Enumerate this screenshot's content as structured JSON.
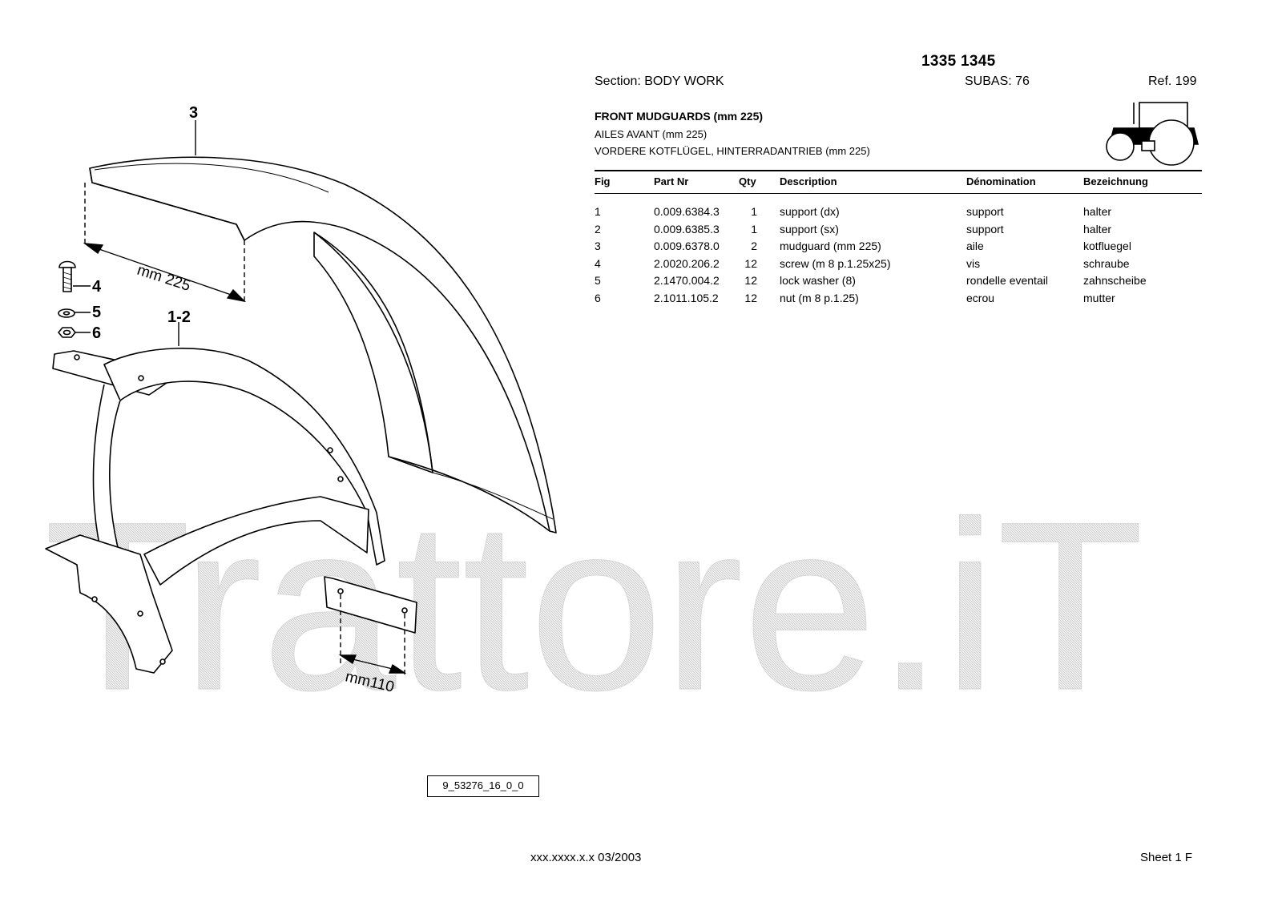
{
  "header": {
    "models": "1335 1345",
    "section": "Section: BODY  WORK",
    "subas": "SUBAS: 76",
    "ref": "Ref. 199"
  },
  "titles": {
    "en": "FRONT MUDGUARDS (mm 225)",
    "fr": "AILES AVANT (mm 225)",
    "de": "VORDERE KOTFLÜGEL, HINTERRADANTRIEB (mm 225)"
  },
  "table": {
    "headers": {
      "fig": "Fig",
      "part": "Part Nr",
      "qty": "Qty",
      "desc": "Description",
      "fr": "Dénomination",
      "de": "Bezeichnung"
    },
    "rows": [
      {
        "fig": "1",
        "part": "0.009.6384.3",
        "qty": "1",
        "desc": "support (dx)",
        "fr": "support",
        "de": "halter"
      },
      {
        "fig": "2",
        "part": "0.009.6385.3",
        "qty": "1",
        "desc": "support (sx)",
        "fr": "support",
        "de": "halter"
      },
      {
        "fig": "3",
        "part": "0.009.6378.0",
        "qty": "2",
        "desc": "mudguard (mm 225)",
        "fr": "aile",
        "de": "kotfluegel"
      },
      {
        "fig": "4",
        "part": "2.0020.206.2",
        "qty": "12",
        "desc": "screw (m 8 p.1.25x25)",
        "fr": "vis",
        "de": "schraube"
      },
      {
        "fig": "5",
        "part": "2.1470.004.2",
        "qty": "12",
        "desc": "lock washer (8)",
        "fr": "rondelle eventail",
        "de": "zahnscheibe"
      },
      {
        "fig": "6",
        "part": "2.1011.105.2",
        "qty": "12",
        "desc": "nut (m 8 p.1.25)",
        "fr": "ecrou",
        "de": "mutter"
      }
    ]
  },
  "diagram": {
    "callouts": {
      "c3": "3",
      "c12": "1-2",
      "c4": "4",
      "c5": "5",
      "c6": "6"
    },
    "dim_225": "mm 225",
    "dim_110": "mm110"
  },
  "watermark": "Trattore.iT",
  "drawing_code": "9_53276_16_0_0",
  "footer": {
    "code": "xxx.xxxx.x.x  03/2003",
    "sheet": "Sheet 1 F"
  },
  "icons": [
    "tractor-icon",
    "bolt-icon",
    "washer-icon",
    "nut-icon"
  ]
}
